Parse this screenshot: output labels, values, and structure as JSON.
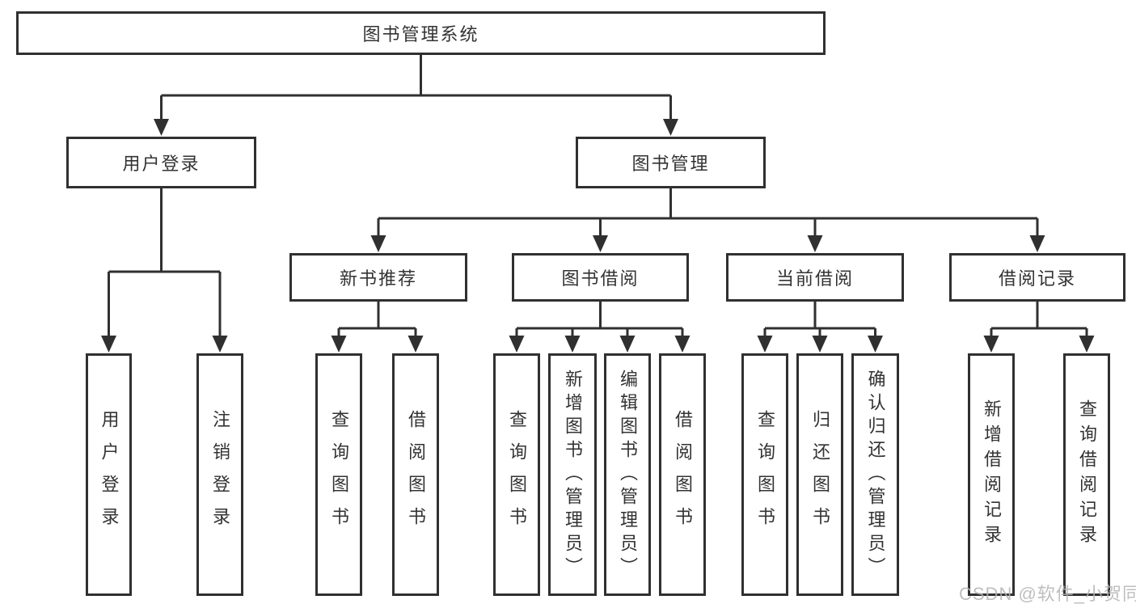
{
  "tree": {
    "root": {
      "label": "图书管理系统"
    },
    "branches": [
      {
        "label": "用户登录",
        "children": [
          {
            "label": "用户登录"
          },
          {
            "label": "注销登录"
          }
        ]
      },
      {
        "label": "图书管理",
        "children": [
          {
            "label": "新书推荐",
            "children": [
              {
                "label": "查询图书"
              },
              {
                "label": "借阅图书"
              }
            ]
          },
          {
            "label": "图书借阅",
            "children": [
              {
                "label": "查询图书"
              },
              {
                "label": "新增图书（管理员）"
              },
              {
                "label": "编辑图书（管理员）"
              },
              {
                "label": "借阅图书"
              }
            ]
          },
          {
            "label": "当前借阅",
            "children": [
              {
                "label": "查询图书"
              },
              {
                "label": "归还图书"
              },
              {
                "label": "确认归还（管理员）"
              }
            ]
          },
          {
            "label": "借阅记录",
            "children": [
              {
                "label": "新增借阅记录"
              },
              {
                "label": "查询借阅记录"
              }
            ]
          }
        ]
      }
    ]
  },
  "watermark": {
    "text": "CSDN @软件_小贺同学"
  },
  "colors": {
    "background": "#ffffff",
    "line": "#303030",
    "node_text": "#333333",
    "watermark_text": "#b3b3b3"
  }
}
